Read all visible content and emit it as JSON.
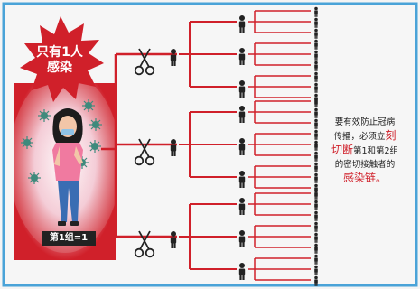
{
  "burst": {
    "line1": "只有1人",
    "line2": "感染"
  },
  "group_label": "第1组=1",
  "note": {
    "l1": "要有效防止冠病",
    "l2a": "传播，必须立",
    "l2b": "刻",
    "l3a": "切断",
    "l3b": "第1和第2组",
    "l4": "的密切接触者的",
    "l5": "感染链。"
  },
  "colors": {
    "accent": "#d0202a",
    "border": "#4aa3d8",
    "figure": "#222222"
  }
}
